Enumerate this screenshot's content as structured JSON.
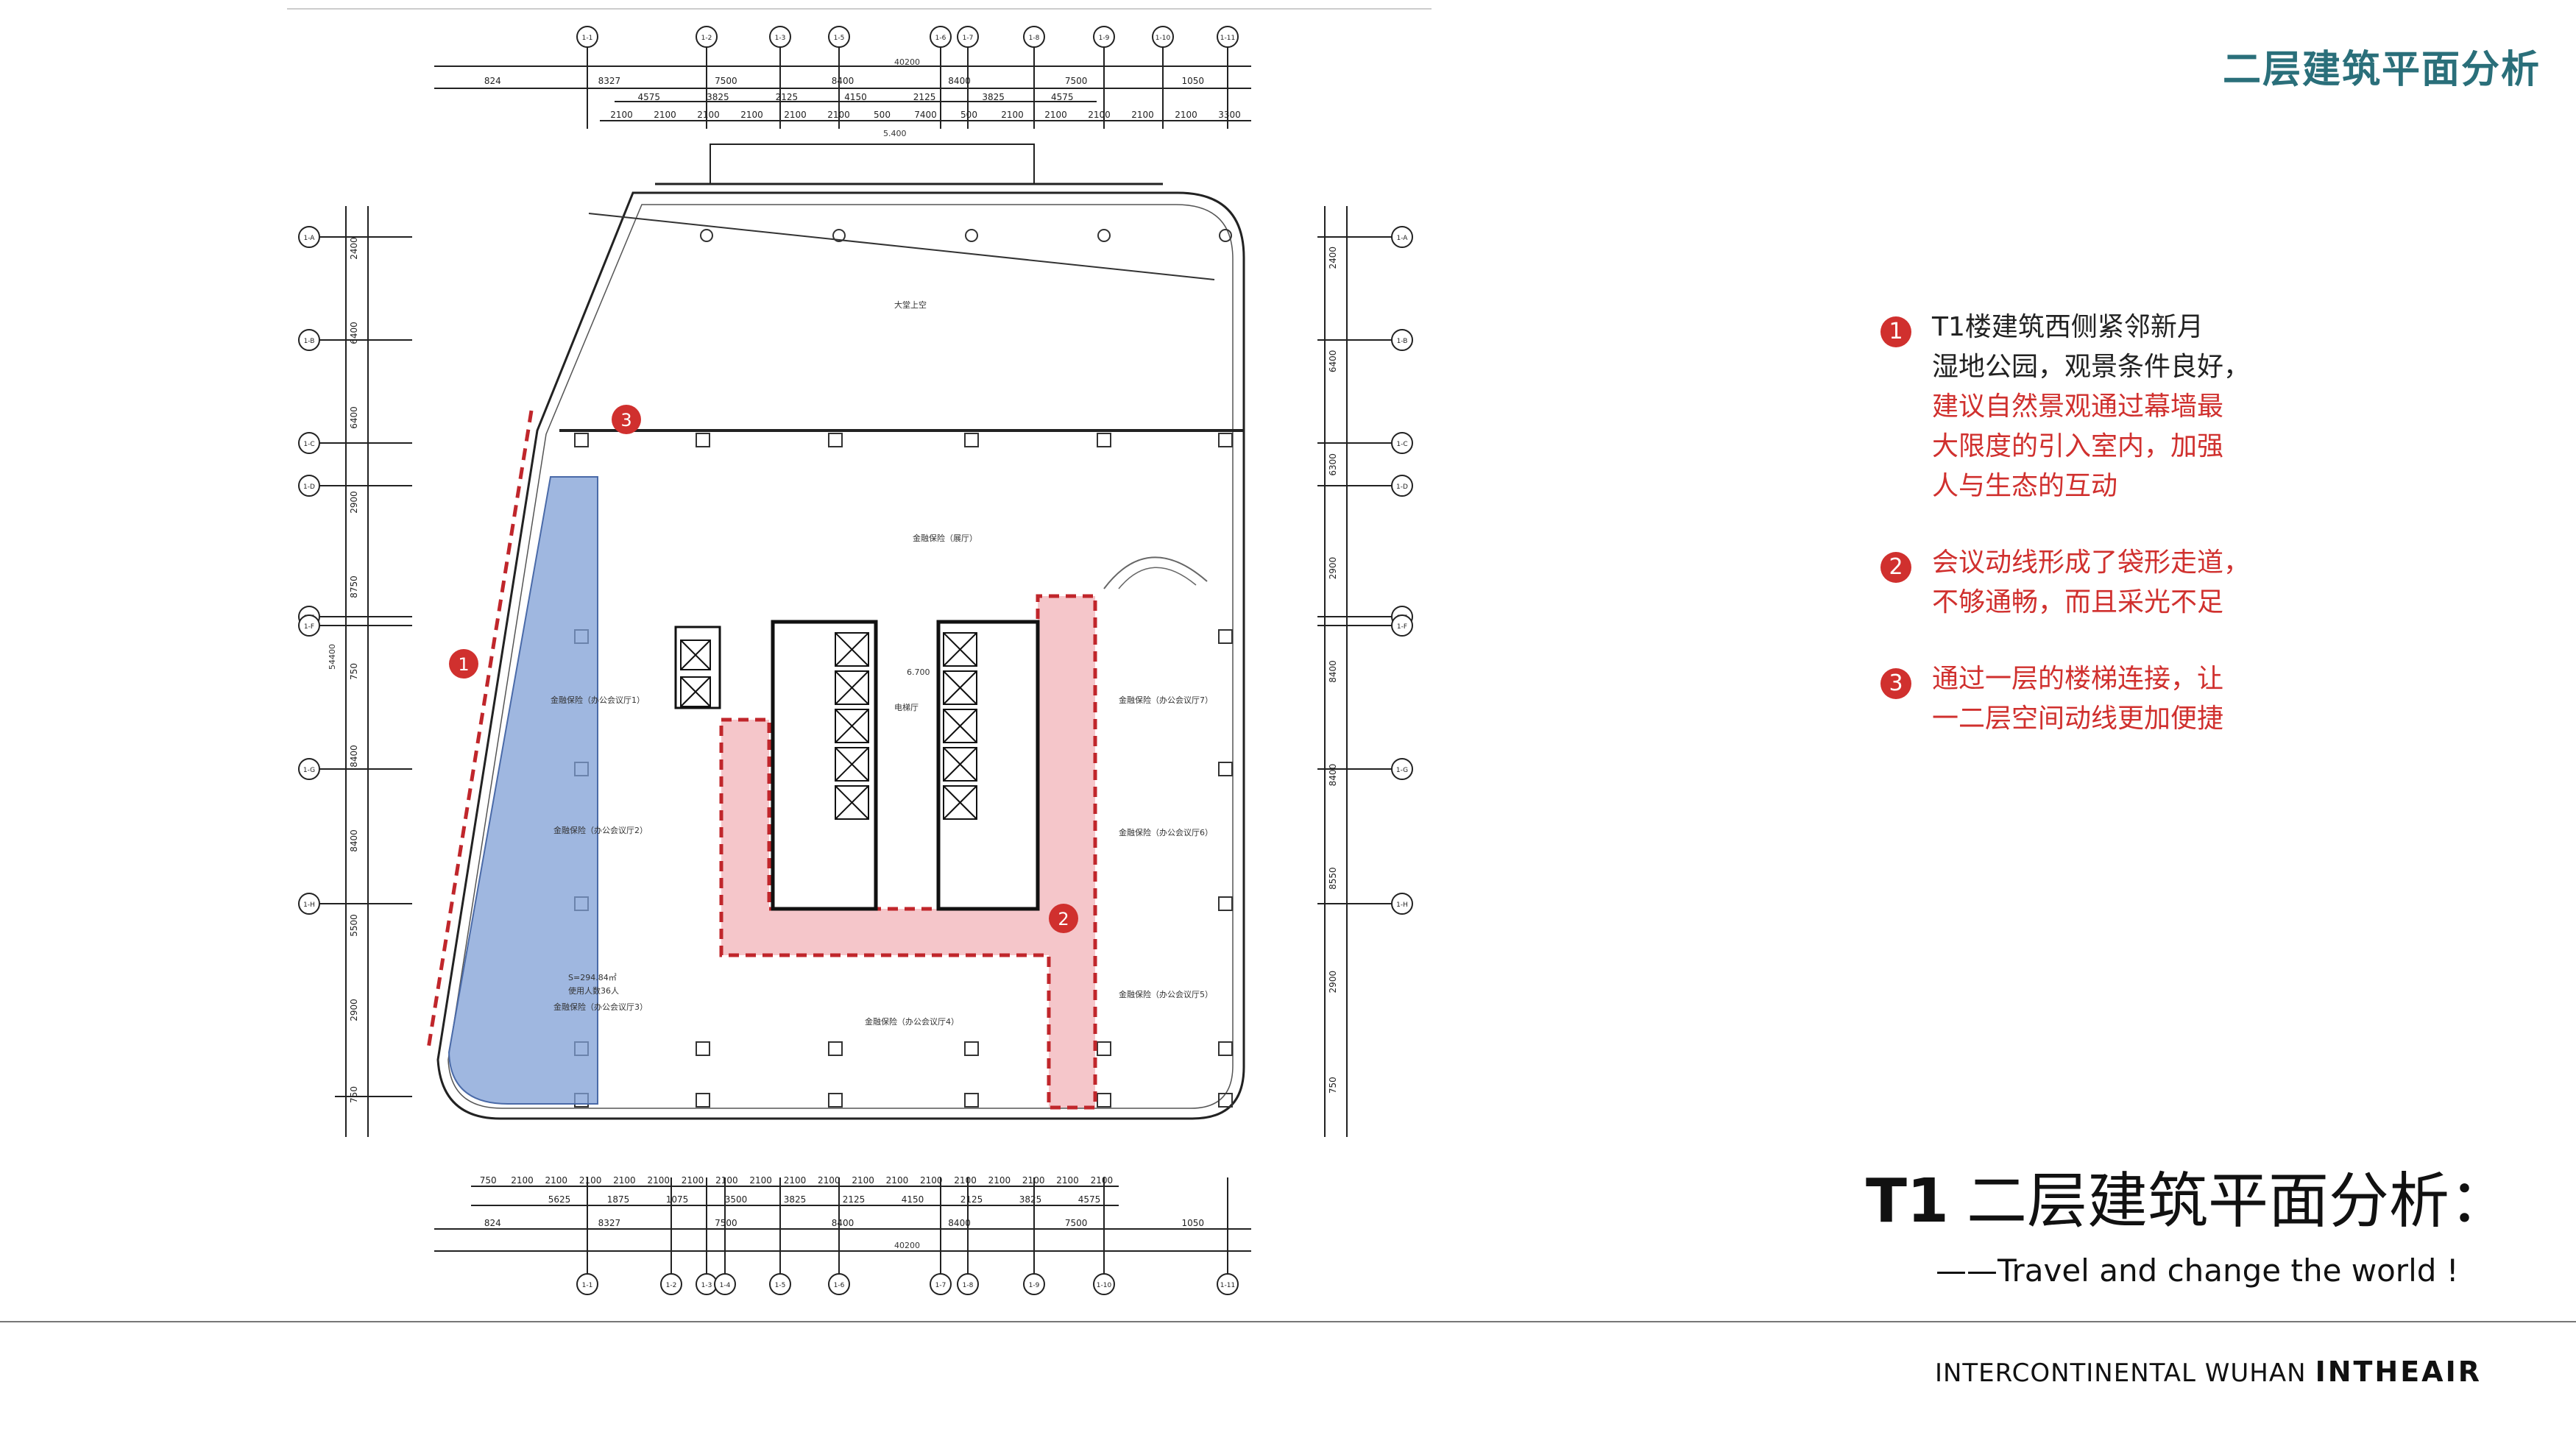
{
  "header": {
    "title": "二层建筑平面分析"
  },
  "plan": {
    "grid_top": [
      "1-1",
      "1-2",
      "1-3",
      "1-5",
      "1-6",
      "1-7",
      "1-8",
      "1-9",
      "1-10",
      "1-11"
    ],
    "grid_bottom": [
      "1-1",
      "1-2",
      "1-3",
      "1-4",
      "1-5",
      "1-6",
      "1-7",
      "1-8",
      "1-9",
      "1-10",
      "1-11"
    ],
    "grid_left": [
      "1-A",
      "1-B",
      "1-C",
      "1-D",
      "1-E",
      "1-F",
      "1-G",
      "1-H"
    ],
    "grid_right": [
      "1-A",
      "1-B",
      "1-C",
      "1-D",
      "1-E",
      "1-F",
      "1-G",
      "1-H"
    ],
    "dim_total": "40200",
    "dim_top_row1": [
      "824",
      "8327",
      "7500",
      "8400",
      "8400",
      "7500",
      "1050"
    ],
    "dim_top_row2": [
      "4575",
      "3825",
      "2125",
      "4150",
      "2125",
      "3825",
      "4575"
    ],
    "dim_top_row3": [
      "2100",
      "2100",
      "2100",
      "2100",
      "2100",
      "2100",
      "500",
      "7400",
      "500",
      "2100",
      "2100",
      "2100",
      "2100",
      "2100",
      "3300"
    ],
    "dim_bottom_row1": [
      "750",
      "2100",
      "2100",
      "2100",
      "2100",
      "2100",
      "2100",
      "2100",
      "2100",
      "2100",
      "2100",
      "2100",
      "2100",
      "2100",
      "2100",
      "2100",
      "2100",
      "2100",
      "2100"
    ],
    "dim_bottom_row2": [
      "5625",
      "1875",
      "1075",
      "3500",
      "3825",
      "2125",
      "4150",
      "2125",
      "3825",
      "4575"
    ],
    "dim_bottom_row3": [
      "824",
      "8327",
      "7500",
      "8400",
      "8400",
      "7500",
      "1050"
    ],
    "dim_left": [
      "2400",
      "6400",
      "6400",
      "2900",
      "8750",
      "750",
      "8400",
      "8400",
      "5500",
      "2900",
      "750"
    ],
    "dim_right": [
      "2400",
      "6400",
      "6300",
      "2900",
      "8400",
      "8400",
      "8550",
      "2900",
      "750"
    ],
    "dim_side_total": "54400",
    "level_top": "5.400",
    "level_core": "6.700",
    "room_atrium": "大堂上空",
    "room_hall": "金融保险（展厅）",
    "room_office1": "金融保险（办公会议厅1）",
    "room_office2": "金融保险（办公会议厅2）",
    "room_office3": "金融保险（办公会议厅3）",
    "room_office4": "金融保险（办公会议厅4）",
    "room_office5": "金融保险（办公会议厅5）",
    "room_office6": "金融保险（办公会议厅6）",
    "room_office7": "金融保险（办公会议厅7）",
    "room_lobby": "电梯厅",
    "room_area": "S=294.84㎡",
    "room_occupancy": "使用人数36人",
    "markers": [
      "1",
      "2",
      "3"
    ]
  },
  "notes": [
    {
      "num": "1",
      "black": [
        "T1楼建筑西侧紧邻新月",
        "湿地公园，观景条件良好，"
      ],
      "red": [
        "建议自然景观通过幕墙最",
        "大限度的引入室内，加强",
        "人与生态的互动"
      ]
    },
    {
      "num": "2",
      "black": [],
      "red": [
        "会议动线形成了袋形走道，",
        "不够通畅，而且采光不足"
      ]
    },
    {
      "num": "3",
      "black": [],
      "red": [
        "通过一层的楼梯连接，让",
        "一二层空间动线更加便捷"
      ]
    }
  ],
  "main_title": {
    "prefix": "T1",
    "text": "二层建筑平面分析："
  },
  "subtitle": "——Travel and change the world !",
  "footer": {
    "brand": "INTERCONTINENTAL  WUHAN",
    "brand_bold": "INTHEAIR"
  },
  "colors": {
    "accent_teal": "#2a6f7a",
    "marker_red": "#d0302e",
    "zone_blue": "#7f9fd6",
    "zone_pink": "#f2b8bd"
  }
}
